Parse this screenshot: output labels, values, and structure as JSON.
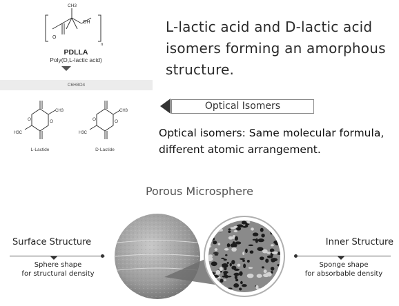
{
  "intro": {
    "text": "L-lactic acid and D-lactic acid isomers forming an amorphous structure."
  },
  "pdlla": {
    "name": "PDLLA",
    "full_name": "Poly(D,L-lactic acid)",
    "subscript_n": "n",
    "methyl": "CH3",
    "hydroxyl": "OH"
  },
  "formula": "C6H8O4",
  "lactides": {
    "l_label": "L-Lactide",
    "d_label": "D-Lactide",
    "ch3": "CH3",
    "h3c": "H3C"
  },
  "optical": {
    "tag": "Optical Isomers",
    "definition": "Optical isomers: Same molecular formula, different atomic arrangement."
  },
  "microsphere": {
    "title": "Porous Microsphere"
  },
  "surface": {
    "title": "Surface Structure",
    "desc_line1": "Sphere shape",
    "desc_line2": "for structural density"
  },
  "inner": {
    "title": "Inner Structure",
    "desc_line1": "Sponge shape",
    "desc_line2": "for absorbable density"
  }
}
